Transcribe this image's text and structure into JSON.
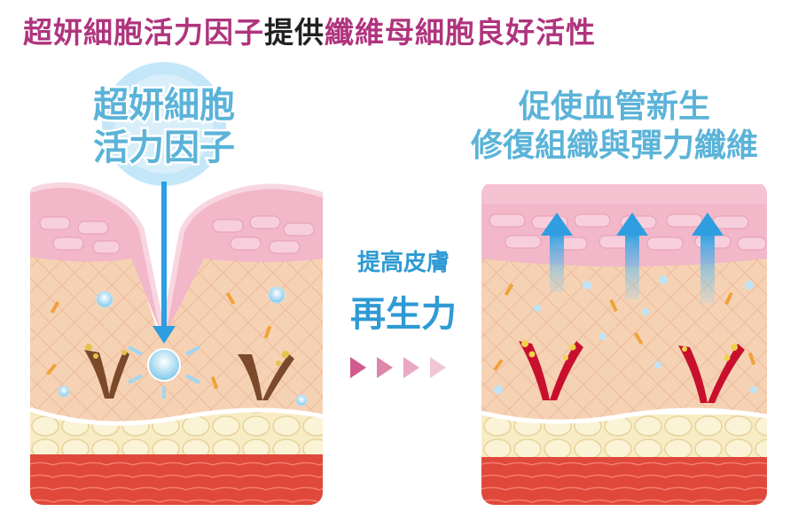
{
  "headline": {
    "part1": "超妍細胞活力因子",
    "part2": "提供",
    "part3": "纖維母細胞良好活性"
  },
  "left_panel": {
    "label_line1": "超妍細胞",
    "label_line2": "活力因子"
  },
  "right_panel": {
    "label_line1": "促使血管新生",
    "label_line2": "修復組織與彈力纖維"
  },
  "middle": {
    "line1": "提高皮膚",
    "line2": "再生力"
  },
  "colors": {
    "headline_accent": "#b0347d",
    "label_blue": "#5bb3d8",
    "skin_pink": "#f2b7c9",
    "dermis": "#f6d2b4",
    "fat": "#f8ecc4",
    "muscle": "#e0483c",
    "arrow_blue": "#3aa7e0"
  }
}
